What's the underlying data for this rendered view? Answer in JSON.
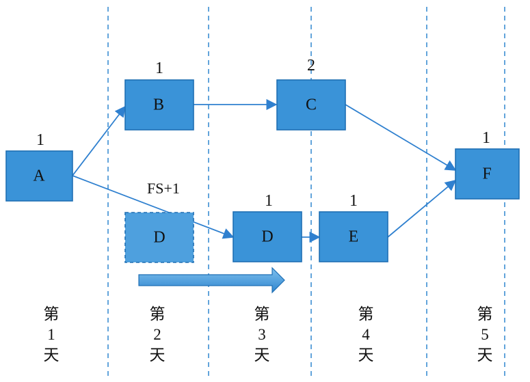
{
  "nodes": {
    "A": {
      "label": "A",
      "duration": "1"
    },
    "B": {
      "label": "B",
      "duration": "1"
    },
    "C": {
      "label": "C",
      "duration": "2"
    },
    "D_ghost": {
      "label": "D"
    },
    "D": {
      "label": "D",
      "duration": "1"
    },
    "E": {
      "label": "E",
      "duration": "1"
    },
    "F": {
      "label": "F",
      "duration": "1"
    }
  },
  "lag_label": "FS+1",
  "days": [
    {
      "c1": "第",
      "c2": "1",
      "c3": "天"
    },
    {
      "c1": "第",
      "c2": "2",
      "c3": "天"
    },
    {
      "c1": "第",
      "c2": "3",
      "c3": "天"
    },
    {
      "c1": "第",
      "c2": "4",
      "c3": "天"
    },
    {
      "c1": "第",
      "c2": "5",
      "c3": "天"
    }
  ],
  "colors": {
    "box_fill": "#3a93d8",
    "arrow": "#2f80cf",
    "divider": "#2f86cf"
  }
}
